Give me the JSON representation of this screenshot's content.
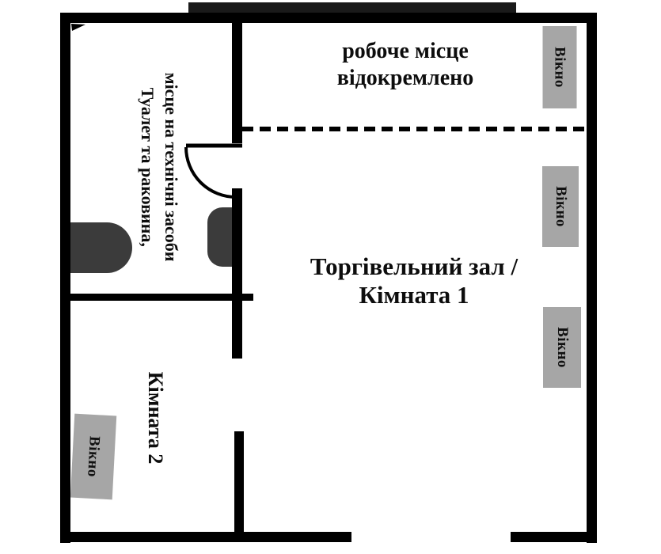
{
  "plan": {
    "type": "floor-plan",
    "labels": {
      "work_area_line1": "робоче місце",
      "work_area_line2": "відокремлено",
      "hall_line1": "Торгівельний зал /",
      "hall_line2": "Кімната 1",
      "room2": "Кімната 2",
      "toilet_line1": "Туалет та раковина,",
      "toilet_line2": "місце на технічні засоби"
    },
    "windows": [
      {
        "label": "Вікно",
        "side": "right-top"
      },
      {
        "label": "Вікно",
        "side": "right-middle"
      },
      {
        "label": "Вікно",
        "side": "right-bottom"
      },
      {
        "label": "Вікно",
        "side": "left-bottom"
      }
    ],
    "colors": {
      "wall": "#000000",
      "fixture": "#3b3b3b",
      "window_fill": "#a6a6a6",
      "background": "#ffffff",
      "text": "#0d0d0d"
    }
  }
}
